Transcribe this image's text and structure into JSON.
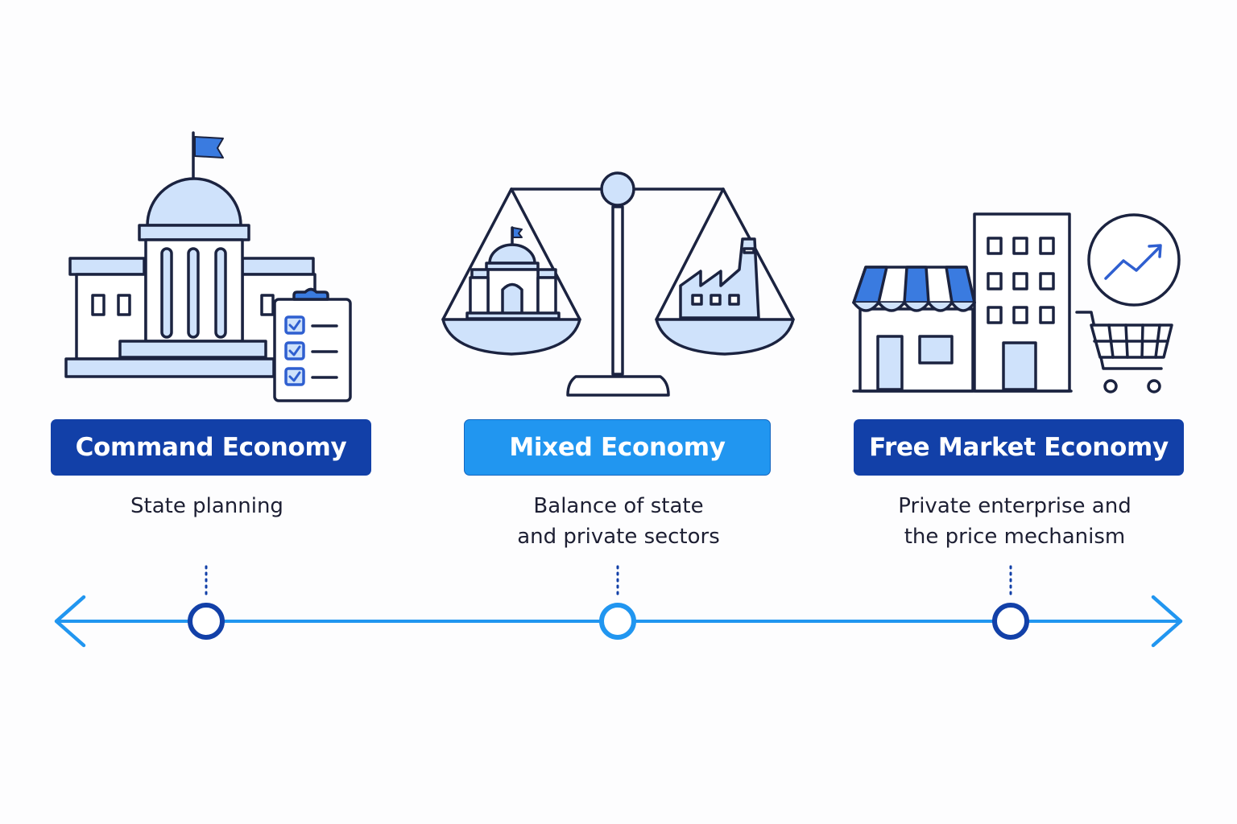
{
  "colors": {
    "dark_blue": "#1240a8",
    "bright_blue": "#2196f0",
    "light_fill": "#cfe2fb",
    "outline": "#1b2340",
    "text": "#1d1f33"
  },
  "stages": [
    {
      "icon": "government-building-icon",
      "title": "Command Economy",
      "description_lines": [
        "State planning"
      ]
    },
    {
      "icon": "balance-scale-icon",
      "title": "Mixed Economy",
      "description_lines": [
        "Balance of state",
        "and private sectors"
      ]
    },
    {
      "icon": "shop-office-cart-icon",
      "title": "Free Market Economy",
      "description_lines": [
        "Private enterprise and",
        "the price mechanism"
      ]
    }
  ],
  "spectrum": {
    "arrows": "both-ends",
    "markers": [
      "dark-blue",
      "bright-blue",
      "dark-blue"
    ]
  }
}
